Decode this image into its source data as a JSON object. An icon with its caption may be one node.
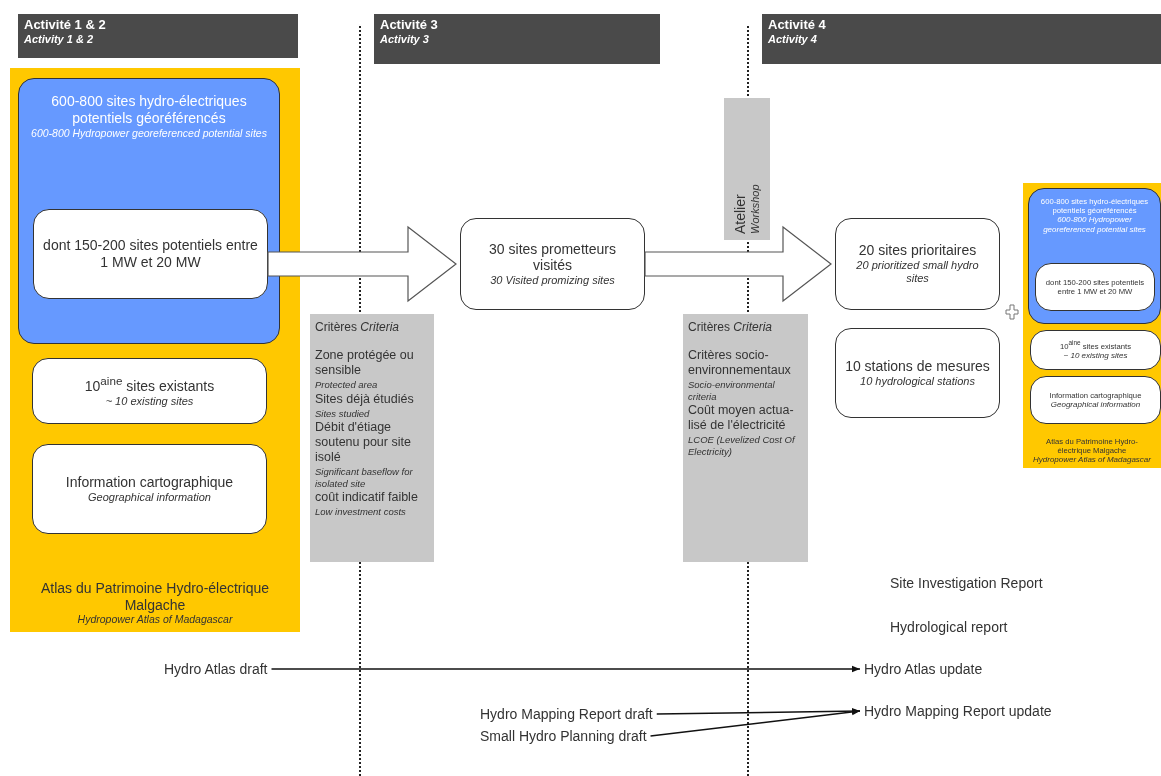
{
  "diagram": {
    "nodes": [
      {
        "text": [
          "Activité 1 & 2",
          "Activity 1 & 2"
        ]
      },
      {
        "text": [
          "Activité 3",
          "Activity 3"
        ]
      },
      {
        "text": [
          "Activité 4",
          "Activity 4"
        ]
      },
      {
        "text": [
          "Atlas du Patrimoine Hydro-électrique Malgache",
          "Hydropower Atlas of Madagascar"
        ]
      },
      {
        "text": [
          "600-800 sites hydro-électriques potentiels géoréférencés",
          "600-800 Hydropower georeferenced potential sites"
        ],
        "in": 3
      },
      {
        "text": [
          "dont 150-200 sites potentiels entre 1 MW et 20 MW"
        ],
        "in": 4
      },
      {
        "text": [
          "10$^{aine}$ sites existants",
          "~ 10 existing sites"
        ],
        "in": 3
      },
      {
        "text": [
          "Information cartographique",
          "Geographical information"
        ],
        "in": 3
      },
      {
        "text": [
          "Critères *Criteria*",
          "Zone protégée ou sensible",
          "Protected area",
          "Sites déjà étudiés",
          "Sites studied",
          "Débit d'étiage soutenu pour site isolé",
          "Significant baseflow for isolated site",
          "coût indicatif faible",
          "Low investment costs"
        ]
      },
      {
        "text": [
          "30 sites prometteurs visités",
          "30 Visited promizing sites"
        ]
      },
      {
        "text": [
          "Atelier",
          "Workshop"
        ]
      },
      {
        "text": [
          "Critères *Criteria*",
          "Critères socio-environnementaux",
          "Socio-environmental criteria",
          "Coût moyen actua-lisé de l'électricité",
          "LCOE (Levelized Cost Of Electricity)"
        ]
      },
      {
        "text": [
          "20 sites prioritaires",
          "20 prioritized small hydro sites"
        ]
      },
      {
        "text": [
          "10 stations de mesures",
          "10 hydrological stations"
        ]
      },
      {
        "text": [
          "Atlas du Patrimoine Hydro-électrique Malgache",
          "Hydropower Atlas of Madagascar"
        ]
      },
      {
        "text": [
          "600-800 sites hydro-électriques potentiels géoréférencés",
          "600-800 Hydropower georeferenced potential sites"
        ],
        "in": 14
      },
      {
        "text": [
          "dont 150-200 sites potentiels entre 1 MW et 20 MW"
        ],
        "in": 15
      },
      {
        "text": [
          "10$^{aine}$ sites existants",
          "~ 10 existing sites"
        ],
        "in": 14
      },
      {
        "text": [
          "Information cartographique",
          "Geographical information"
        ],
        "in": 14
      },
      {
        "text": [
          "Hydro Atlas draft"
        ]
      },
      {
        "text": [
          "Hydro Mapping Report draft"
        ]
      },
      {
        "text": [
          "Small Hydro Planning draft"
        ]
      },
      {
        "text": [
          "Site Investigation Report"
        ]
      },
      {
        "text": [
          "Hydrological report"
        ]
      },
      {
        "text": [
          "Hydro Atlas update"
        ]
      },
      {
        "text": [
          "Hydro Mapping Report update"
        ]
      }
    ],
    "edges": [
      {
        "from": 5,
        "to": 9,
        "arrow": "to",
        "style": "thick"
      },
      {
        "from": 9,
        "to": 12,
        "arrow": "to",
        "style": "thick"
      },
      {
        "from": 19,
        "to": 24,
        "arrow": "to"
      },
      {
        "from": 20,
        "to": 25,
        "arrow": "to"
      },
      {
        "from": 21,
        "to": 25,
        "arrow": "to"
      }
    ]
  }
}
